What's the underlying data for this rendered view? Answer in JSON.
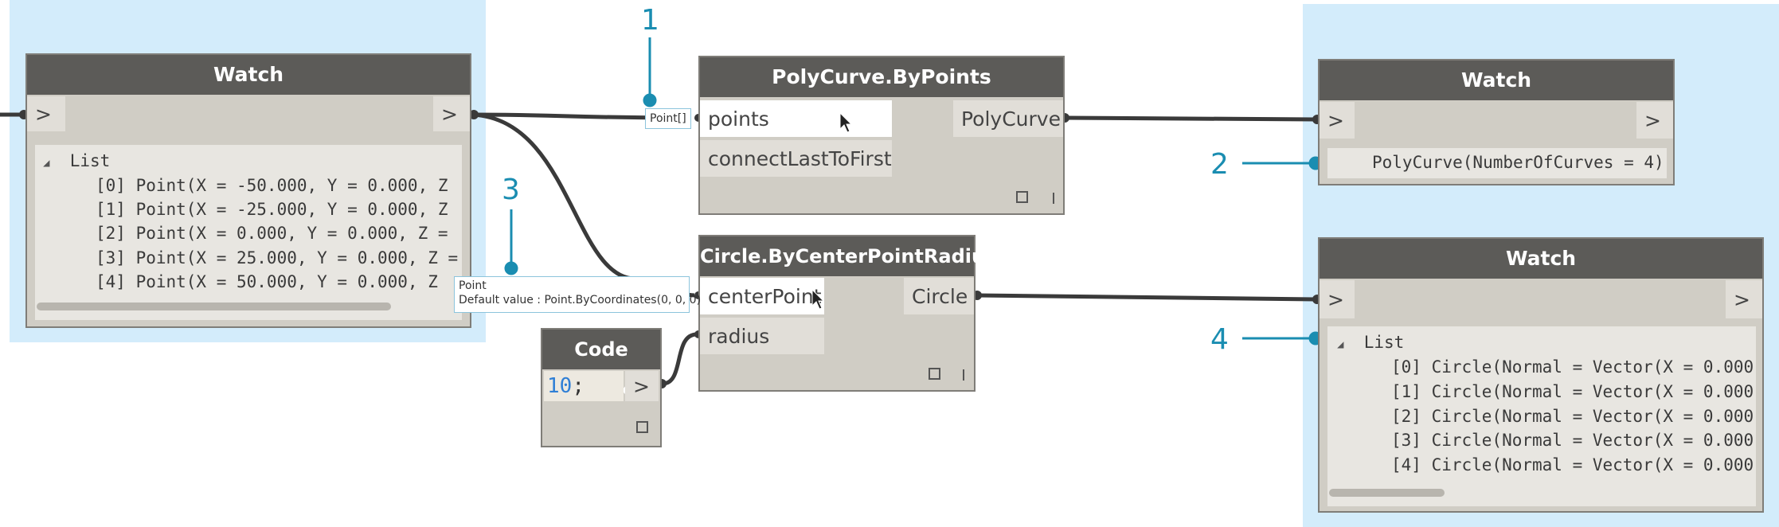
{
  "watch1": {
    "title": "Watch",
    "in_port": ">",
    "out_port": ">",
    "list_header": "List",
    "items": [
      "[0] Point(X = -50.000, Y = 0.000, Z",
      "[1] Point(X = -25.000, Y = 0.000, Z",
      "[2] Point(X = 0.000, Y = 0.000, Z =",
      "[3] Point(X = 25.000, Y = 0.000, Z =",
      "[4] Point(X = 50.000, Y = 0.000, Z"
    ]
  },
  "polycurve": {
    "title": "PolyCurve.ByPoints",
    "input1": "points",
    "input2": "connectLastToFirst",
    "output": "PolyCurve"
  },
  "circle": {
    "title": "Circle.ByCenterPointRadius",
    "input1": "centerPoint",
    "input2": "radius",
    "output": "Circle"
  },
  "codeblock": {
    "title": "Code Block",
    "value": "10",
    "semicolon": ";",
    "out_port": ">"
  },
  "watch2": {
    "title": "Watch",
    "in_port": ">",
    "out_port": ">",
    "value": "PolyCurve(NumberOfCurves = 4)"
  },
  "watch3": {
    "title": "Watch",
    "in_port": ">",
    "out_port": ">",
    "list_header": "List",
    "items": [
      "[0] Circle(Normal = Vector(X = 0.000",
      "[1] Circle(Normal = Vector(X = 0.000",
      "[2] Circle(Normal = Vector(X = 0.000",
      "[3] Circle(Normal = Vector(X = 0.000",
      "[4] Circle(Normal = Vector(X = 0.000"
    ]
  },
  "tooltips": {
    "points_type": "Point[]",
    "center_type": "Point",
    "center_default": "Default value : Point.ByCoordinates(0, 0, 0)"
  },
  "callouts": [
    "1",
    "2",
    "3",
    "4"
  ],
  "colors": {
    "accent": "#1a8db1",
    "group": "#d3ecfb",
    "node_header": "#5c5b58",
    "node_body": "#d0cdc5",
    "wire": "#3a3a3a",
    "code_number": "#2f7fd6"
  }
}
